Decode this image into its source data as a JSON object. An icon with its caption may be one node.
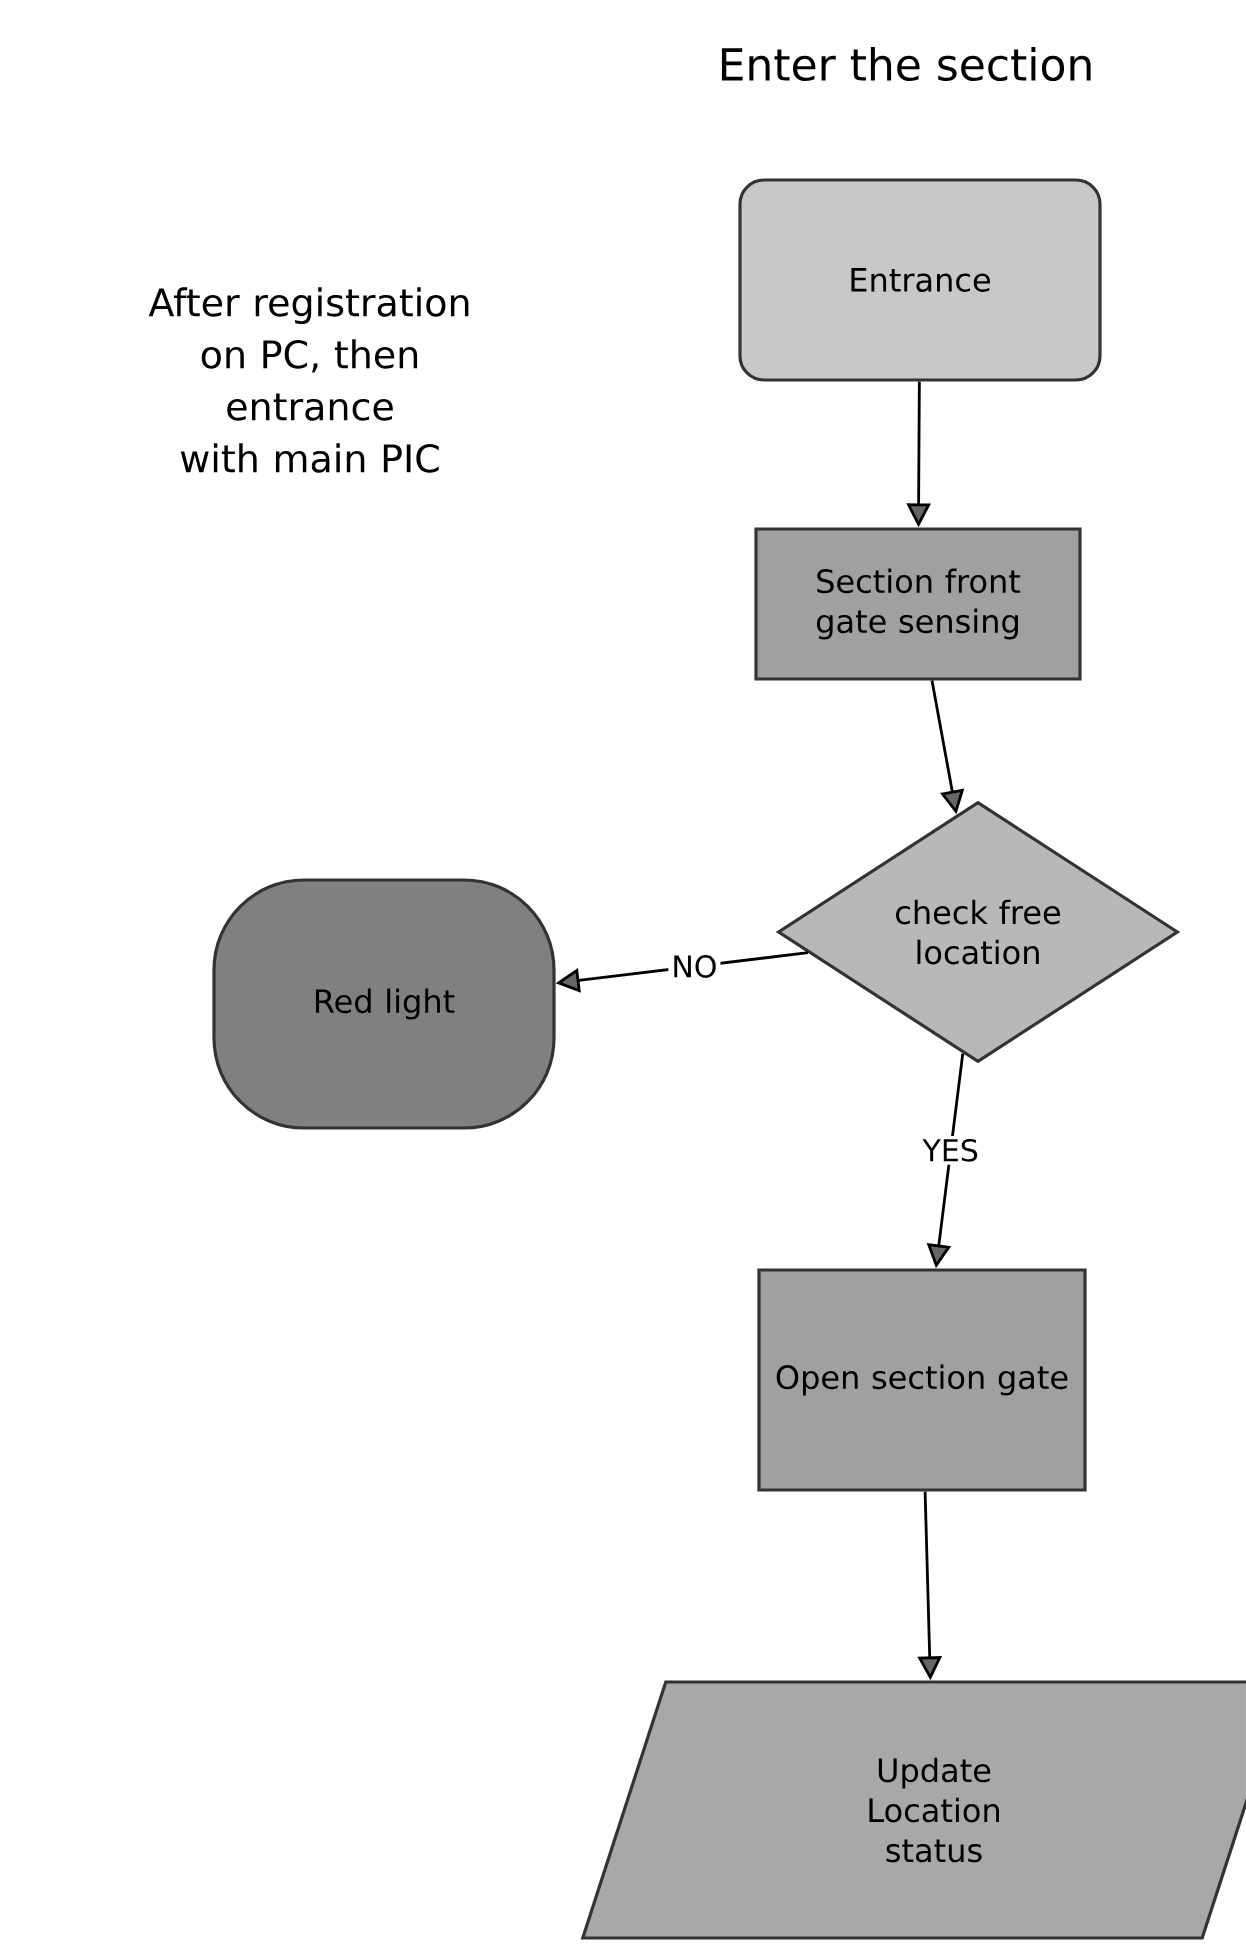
{
  "diagram": {
    "title": "Enter the section",
    "nodes": [
      {
        "text": [
          "Entrance"
        ]
      },
      {
        "text": [
          "Section front gate sensing"
        ]
      },
      {
        "text": [
          "check free location"
        ]
      },
      {
        "text": [
          "Red light"
        ]
      },
      {
        "text": [
          "Open section gate"
        ]
      },
      {
        "text": [
          "Update Location status"
        ]
      }
    ],
    "edges": [
      {
        "from": 0,
        "to": 1,
        "arrow": "to"
      },
      {
        "from": 1,
        "to": 2,
        "arrow": "to"
      },
      {
        "from": 2,
        "to": 3,
        "arrow": "to",
        "label": "NO"
      },
      {
        "from": 2,
        "to": 4,
        "arrow": "to",
        "label": "YES"
      },
      {
        "from": 4,
        "to": 5,
        "arrow": "to"
      }
    ],
    "labels": [
      "After registration on PC, then entrance with main PIC"
    ]
  }
}
